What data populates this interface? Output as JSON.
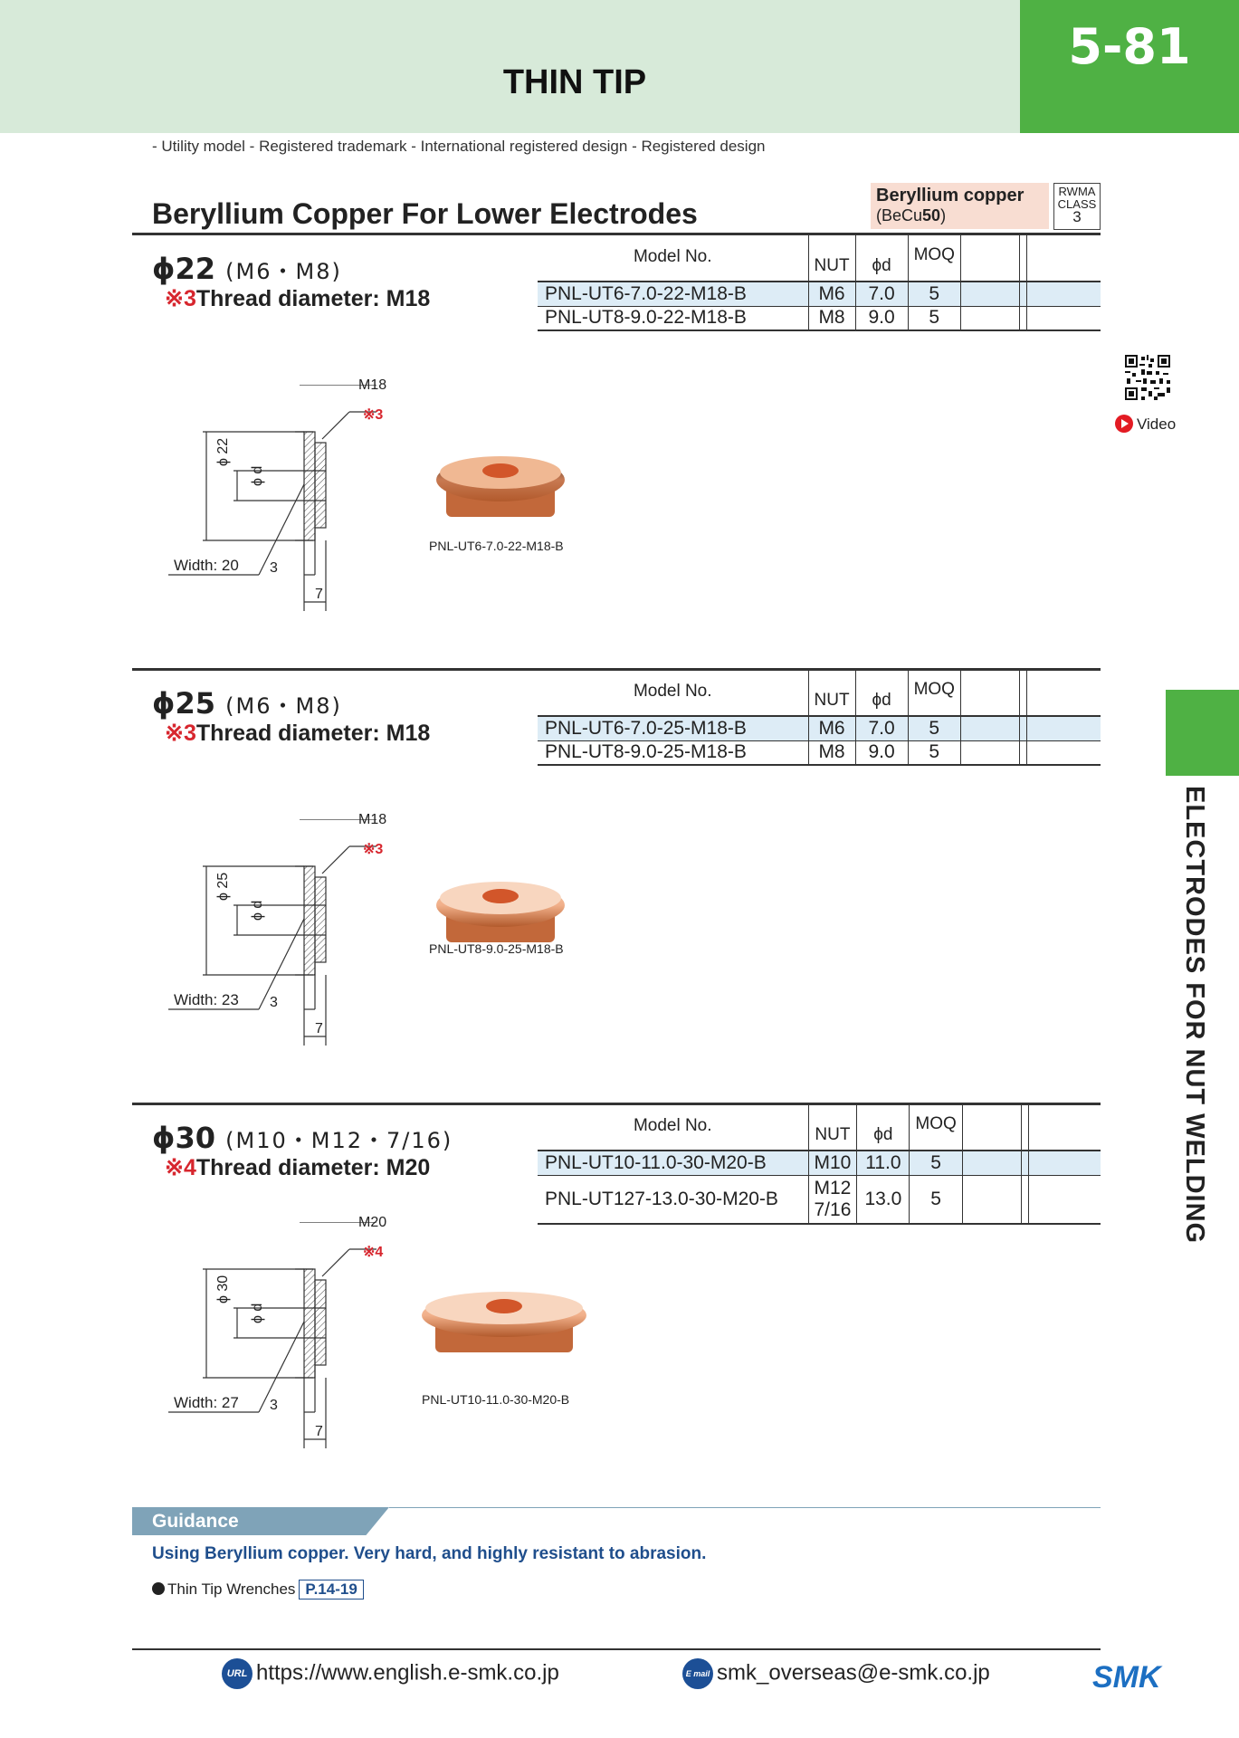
{
  "header": {
    "title": "THIN TIP",
    "page": "5-81"
  },
  "legend": "- Utility model  - Registered trademark  - International registered design  - Registered design",
  "section_title": "Beryllium Copper For Lower Electrodes",
  "material": {
    "name": "Beryllium copper",
    "sub_prefix": "(BeCu",
    "sub_num": "50",
    "sub_suffix": ")"
  },
  "rwma": {
    "line1": "RWMA",
    "line2": "CLASS",
    "cls": "3"
  },
  "table_headers": {
    "model": "Model No.",
    "nut": "NUT",
    "d": "ϕd",
    "moq": "MOQ"
  },
  "sections": [
    {
      "diameter": "ϕ22",
      "nuts": "(M6・M8)",
      "mark": "※3",
      "thread": "Thread diameter: M18",
      "rows": [
        {
          "model": "PNL-UT6-7.0-22-M18-B",
          "nut": "M6",
          "d": "7.0",
          "moq": "5"
        },
        {
          "model": "PNL-UT8-9.0-22-M18-B",
          "nut": "M8",
          "d": "9.0",
          "moq": "5"
        }
      ],
      "drawing": {
        "thread_label": "M18",
        "mark": "※3",
        "dia_label": "ϕ 22",
        "d_label": "ϕ d",
        "width": "Width: 20",
        "dim3": "3",
        "dim7": "7"
      },
      "photo_caption": "PNL-UT6-7.0-22-M18-B"
    },
    {
      "diameter": "ϕ25",
      "nuts": "(M6・M8)",
      "mark": "※3",
      "thread": "Thread diameter: M18",
      "rows": [
        {
          "model": "PNL-UT6-7.0-25-M18-B",
          "nut": "M6",
          "d": "7.0",
          "moq": "5"
        },
        {
          "model": "PNL-UT8-9.0-25-M18-B",
          "nut": "M8",
          "d": "9.0",
          "moq": "5"
        }
      ],
      "drawing": {
        "thread_label": "M18",
        "mark": "※3",
        "dia_label": "ϕ 25",
        "d_label": "ϕ d",
        "width": "Width: 23",
        "dim3": "3",
        "dim7": "7"
      },
      "photo_caption": "PNL-UT8-9.0-25-M18-B"
    },
    {
      "diameter": "ϕ30",
      "nuts": "(M10・M12・7/16)",
      "mark": "※4",
      "thread": "Thread diameter: M20",
      "rows": [
        {
          "model": "PNL-UT10-11.0-30-M20-B",
          "nut": "M10",
          "d": "11.0",
          "moq": "5"
        },
        {
          "model": "PNL-UT127-13.0-30-M20-B",
          "nut_a": "M12",
          "nut_b": "7/16",
          "d": "13.0",
          "moq": "5"
        }
      ],
      "drawing": {
        "thread_label": "M20",
        "mark": "※4",
        "dia_label": "ϕ 30",
        "d_label": "ϕ d",
        "width": "Width: 27",
        "dim3": "3",
        "dim7": "7"
      },
      "photo_caption": "PNL-UT10-11.0-30-M20-B"
    }
  ],
  "video_label": "Video",
  "side_tab": "ELECTRODES FOR NUT WELDING",
  "guidance": {
    "tab": "Guidance",
    "text": "Using Beryllium copper. Very hard, and highly resistant to abrasion.",
    "wrench_label": "Thin Tip Wrenches",
    "wrench_ref": "P.14-19"
  },
  "footer": {
    "url_badge": "URL",
    "url": "https://www.english.e-smk.co.jp",
    "mail_badge": "E mail",
    "email": "smk_overseas@e-smk.co.jp",
    "brand": "SMK"
  },
  "colors": {
    "header_bg": "#d7ead9",
    "accent_green": "#4fb144",
    "row_blue": "#ddecf6",
    "material_bg": "#f8ddd2",
    "red_mark": "#d7262e",
    "guidance_tab": "#7fa3b8",
    "guidance_text": "#1f4e8c"
  }
}
